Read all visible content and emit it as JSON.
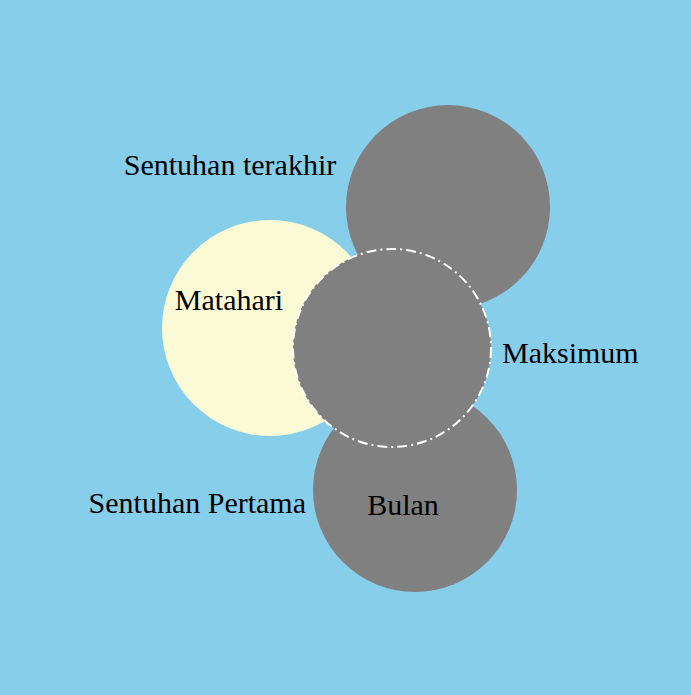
{
  "diagram": {
    "nodes": [
      {
        "text": [
          "Sentuhan terakhir"
        ]
      },
      {
        "text": [
          "Matahari"
        ]
      },
      {
        "text": [
          "Maksimum"
        ]
      },
      {
        "text": [
          "Sentuhan Pertama",
          "Bulan"
        ]
      }
    ]
  }
}
